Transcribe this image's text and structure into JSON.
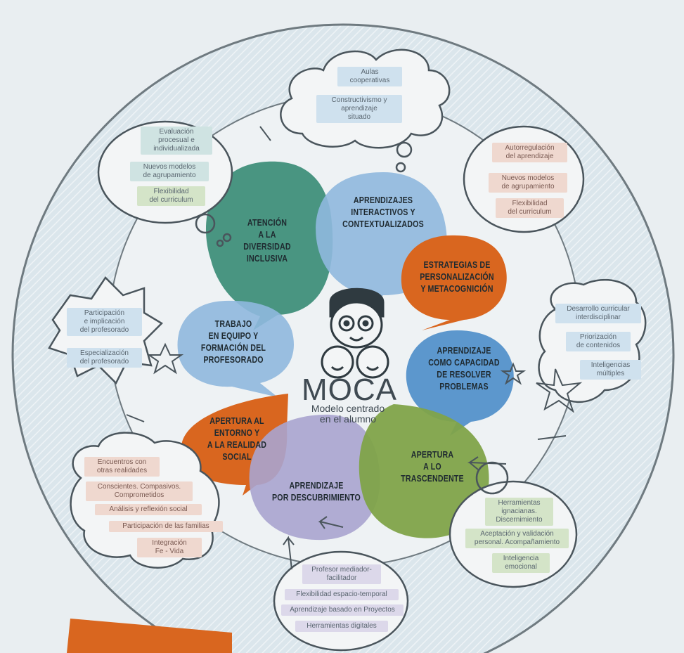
{
  "brand": {
    "title": "MOCA",
    "subtitle": "Modelo centrado\nen el alumno"
  },
  "colors": {
    "teal": "#3f8f7a",
    "blue": "#8fb8de",
    "orange": "#d9661f",
    "green": "#7fa349",
    "lilac": "#a9a4cf",
    "background": "#e9eef1"
  },
  "bubbles": {
    "diversidad": "ATENCIÓN\nA LA\nDIVERSIDAD\nINCLUSIVA",
    "interactivos": "APRENDIZAJES\nINTERACTIVOS Y\nCONTEXTUALIZADOS",
    "estrategias": "ESTRATEGIAS DE\nPERSONALIZACIÓN\nY METACOGNICIÓN",
    "trabajo": "TRABAJO\nEN EQUIPO Y\nFORMACIÓN DEL\nPROFESORADO",
    "problemas": "APRENDIZAJE\nCOMO CAPACIDAD\nDE RESOLVER\nPROBLEMAS",
    "entorno": "APERTURA AL\nENTORNO Y\nA LA REALIDAD\nSOCIAL",
    "trascendente": "APERTURA\nA LO\nTRASCENDENTE",
    "descubrimiento": "APRENDIZAJE\nPOR DESCUBRIMIENTO"
  },
  "clouds": {
    "top": [
      "Aulas\ncooperativas",
      "Constructivismo y\naprendizaje\nsituado"
    ],
    "top_left": [
      "Evaluación\nprocesual e\nindividualizada",
      "Nuevos modelos\nde agrupamiento",
      "Flexibilidad\ndel curriculum"
    ],
    "top_right": [
      "Autorregulación\ndel aprendizaje",
      "Nuevos modelos\nde agrupamiento",
      "Flexibilidad\ndel curriculum"
    ],
    "left": [
      "Participación\ne implicación\ndel profesorado",
      "Especialización\ndel profesorado"
    ],
    "right": [
      "Desarrollo curricular\ninterdisciplinar",
      "Priorización\nde contenidos",
      "Inteligencias\nmúltiples"
    ],
    "bottom_left": [
      "Encuentros con\notras realidades",
      "Conscientes. Compasivos.\nComprometidos",
      "Análisis y reflexión social",
      "Participación de las familias",
      "Integración\nFe - Vida"
    ],
    "bottom_right": [
      "Herramientas\nignacianas.\nDiscernimiento",
      "Aceptación y validación\npersonal. Acompañamiento",
      "Inteligencia\nemocional"
    ],
    "bottom": [
      "Profesor mediador-\nfacilitador",
      "Flexibilidad espacio-temporal",
      "Aprendizaje basado en Proyectos",
      "Herramientas digitales"
    ]
  }
}
